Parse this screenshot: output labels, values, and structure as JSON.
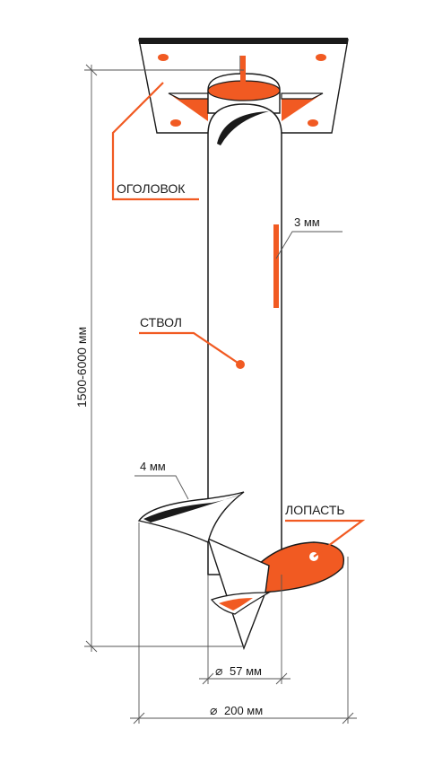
{
  "labels": {
    "head": "ОГОЛОВОК",
    "shaft": "СТВОЛ",
    "blade": "ЛОПАСТЬ",
    "wall_thickness": "3 мм",
    "blade_thickness": "4 мм",
    "length": "1500-6000 мм",
    "pipe_diameter": "57 мм",
    "blade_diameter": "200 мм",
    "diameter_symbol": "⌀"
  },
  "colors": {
    "accent": "#f15a22",
    "line": "#1a1a1a",
    "dim_line": "#555555",
    "background": "#ffffff"
  }
}
